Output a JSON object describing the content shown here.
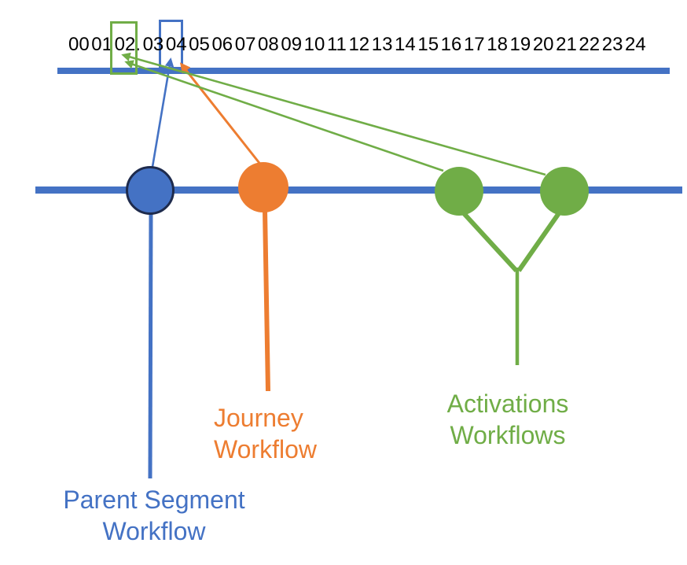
{
  "colors": {
    "blue": "#4472C4",
    "blue_dark": "#1E2B4D",
    "orange": "#ED7D31",
    "green": "#70AD47",
    "text": "#000000"
  },
  "timeline": {
    "hours": [
      "00",
      "01",
      "02.",
      "03",
      "04",
      "05",
      "06",
      "07",
      "08",
      "09",
      "10",
      "11",
      "12",
      "13",
      "14",
      "15",
      "16",
      "17",
      "18",
      "19",
      "20",
      "21",
      "22",
      "23",
      "24"
    ],
    "green_highlighted_hour": "02",
    "blue_highlighted_hour": "04"
  },
  "labels": {
    "parent_segment": {
      "line1": "Parent Segment",
      "line2": "Workflow"
    },
    "journey": {
      "line1": "Journey",
      "line2": "Workflow"
    },
    "activations": {
      "line1": "Activations",
      "line2": "Workflows"
    }
  }
}
